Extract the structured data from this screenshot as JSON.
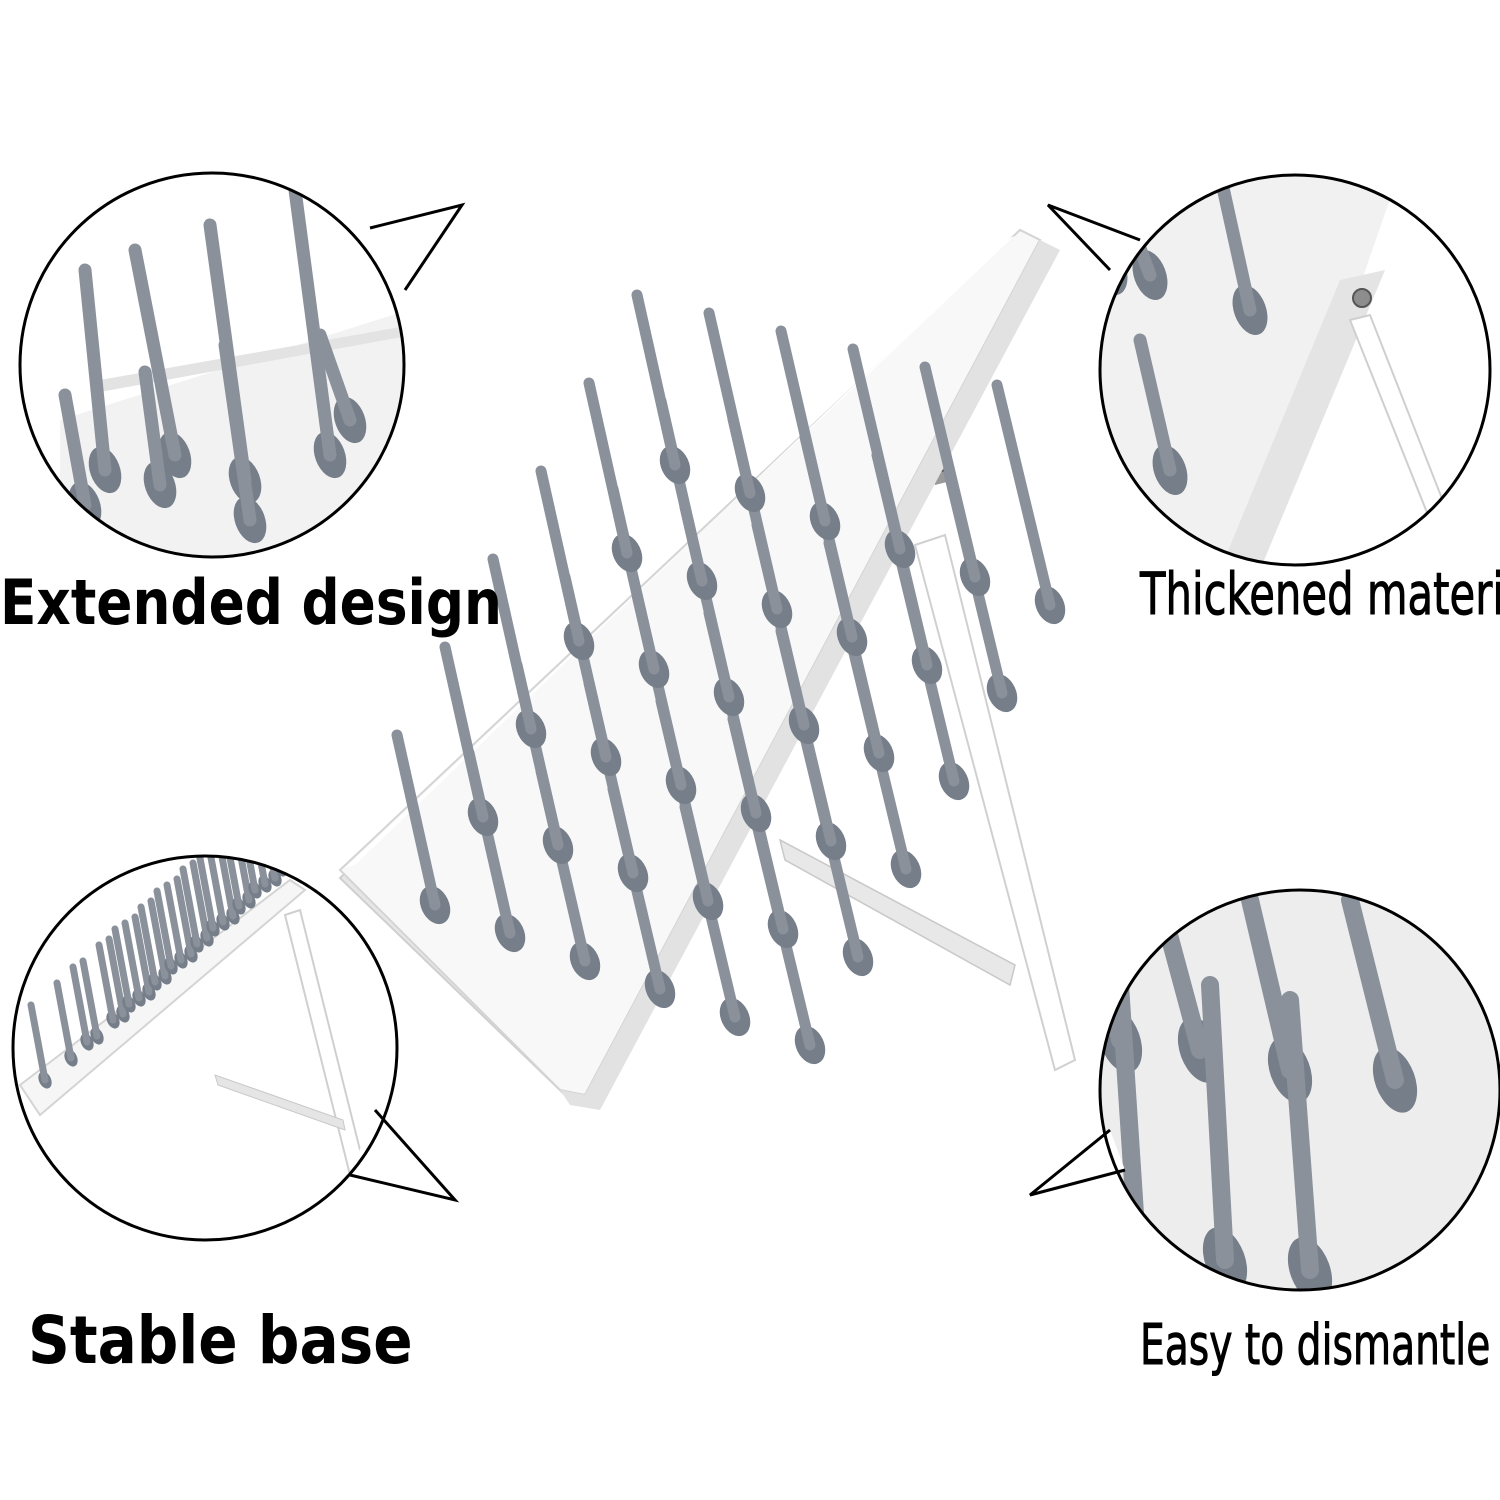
{
  "labels": {
    "top_left": "Extended design",
    "top_right": "Thickened material",
    "bottom_left": "Stable base",
    "bottom_right": "Easy to dismantle"
  },
  "colors": {
    "background": "#ffffff",
    "board": "#f7f7f7",
    "board_edge": "#d9d9d9",
    "peg": "#8a919b",
    "peg_dark": "#767e89",
    "outline": "#000000",
    "text": "#000000"
  }
}
